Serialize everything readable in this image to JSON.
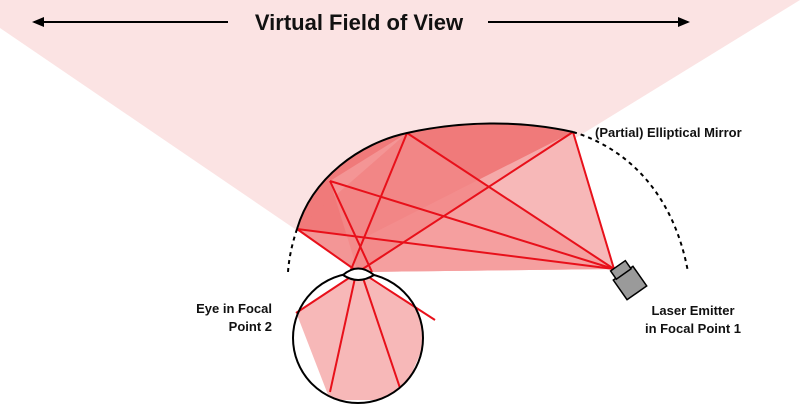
{
  "title": "Virtual Field of View",
  "labels": {
    "mirror": "(Partial) Elliptical Mirror",
    "eye_line1": "Eye in Focal",
    "eye_line2": "Point 2",
    "laser_line1": "Laser Emitter",
    "laser_line2": "in Focal Point 1"
  },
  "colors": {
    "fov_fill": "#fbe3e3",
    "light_fill": "#f7b8b8",
    "mid_fill": "#f59a9a",
    "dark_fill": "#f07a7a",
    "ray": "#e8101a",
    "outline": "#000000",
    "laser_body": "#9a9a9a"
  },
  "icons": {
    "eye": "eye-icon",
    "laser": "laser-emitter-icon"
  }
}
